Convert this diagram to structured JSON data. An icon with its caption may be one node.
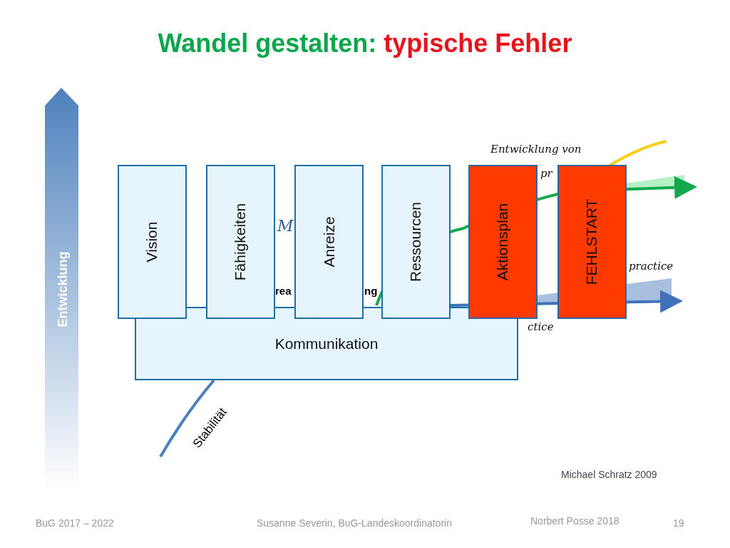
{
  "diagram": {
    "title": "Wandel gestalten: typische Fehler",
    "nodes": [
      {
        "text": [
          "Vision"
        ]
      },
      {
        "text": [
          "Fähigkeiten"
        ]
      },
      {
        "text": [
          "Anreize"
        ]
      },
      {
        "text": [
          "Ressourcen"
        ]
      },
      {
        "text": [
          "Aktionsplan"
        ]
      },
      {
        "text": [
          "FEHLSTART"
        ]
      },
      {
        "text": [
          "Kommunikation"
        ]
      }
    ],
    "edges": [],
    "labels": [
      "Entwicklung von",
      "pr",
      "M",
      "practice",
      "Entwicklung",
      "rea",
      "ng",
      "ctice",
      "Stabilität",
      "Michael Schratz 2009",
      "BuG 2017 – 2022",
      "Susanne Severin, BuG-Landeskoordinatorin",
      "Norbert Posse 2018",
      "19"
    ]
  }
}
